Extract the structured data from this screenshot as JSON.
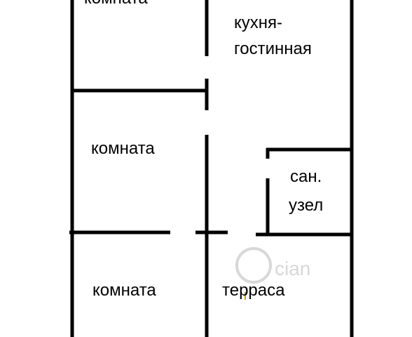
{
  "plan": {
    "rooms": {
      "room_top": "комната",
      "kitchen_line1": "кухня-",
      "kitchen_line2": "гостинная",
      "room_middle": "комната",
      "bathroom_line1": "сан.",
      "bathroom_line2": "узел",
      "room_bottom": "комната",
      "terrace": "терраса"
    },
    "colors": {
      "walls": "#000000",
      "background": "#ffffff",
      "text": "#000000",
      "watermark": "#d8d8d8"
    }
  }
}
